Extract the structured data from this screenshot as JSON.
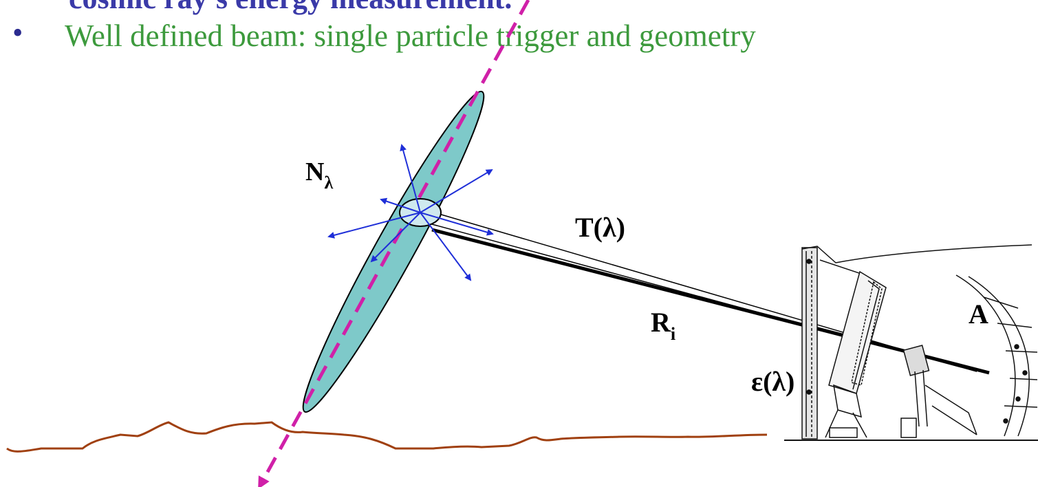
{
  "slide": {
    "top_line": "cosmic ray's energy measurement.",
    "bullet_text": "Well defined beam: single particle trigger and geometry"
  },
  "labels": {
    "n_lambda_main": "N",
    "n_lambda_sub": "λ",
    "transmission": "T(λ)",
    "r_main": "R",
    "r_sub": "i",
    "efficiency": "ε(λ)",
    "area": "A"
  },
  "icons": {
    "bullet": "bullet-dot",
    "ground": "ground-line",
    "telescope": "telescope-drawing",
    "shower": "air-shower-ellipse"
  },
  "colors": {
    "top_line": "#3a3aa8",
    "bullet_text": "#3d9a3d",
    "shower_fill": "#7ec9c9",
    "track": "#d020a8",
    "arrows": "#1f2fd8",
    "ground": "#a04010"
  }
}
